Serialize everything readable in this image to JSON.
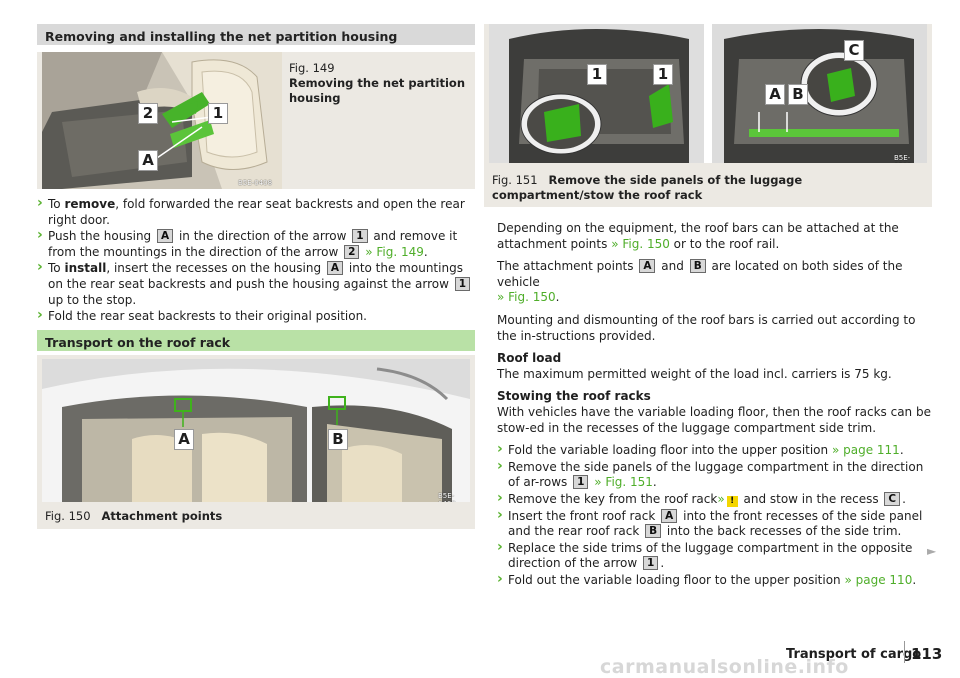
{
  "left": {
    "section1_title": "Removing and installing the net partition housing",
    "fig149": {
      "number": "Fig. 149",
      "title": "Removing the net partition housing",
      "code": "B5E-0408",
      "labels": [
        "2",
        "1",
        "A"
      ]
    },
    "steps1": {
      "s1_pre": "To ",
      "s1_bold": "remove",
      "s1_post": ", fold forwarded the rear seat backrests and open the rear right door.",
      "s2_a": "Push the housing ",
      "s2_keyA": "A",
      "s2_b": " in the direction of the arrow ",
      "s2_key1": "1",
      "s2_c": " and remove it from the mountings in the direction of the arrow ",
      "s2_key2": "2",
      "s2_ref": " » Fig. 149",
      "s2_d": ".",
      "s3_pre": "To ",
      "s3_bold": "install",
      "s3_a": ", insert the recesses on the housing ",
      "s3_keyA": "A",
      "s3_b": " into the mountings on the rear seat backrests and push the housing against the arrow ",
      "s3_key1": "1",
      "s3_c": " up to the stop.",
      "s4": "Fold the rear seat backrests to their original position."
    },
    "section2_title": "Transport on the roof rack",
    "fig150": {
      "number": "Fig. 150",
      "title": "Attachment points",
      "code": "B5E-0409",
      "labels": [
        "A",
        "B"
      ]
    }
  },
  "right": {
    "fig151": {
      "number": "Fig. 151",
      "title": "Remove the side panels of the luggage compartment/stow the roof rack",
      "code": "B5E-0522",
      "labels": [
        "1",
        "1",
        "C",
        "A",
        "B"
      ]
    },
    "p1_a": "Depending on the equipment, the roof bars can be attached at the attachment points ",
    "p1_ref": "» Fig. 150",
    "p1_b": " or to the roof rail.",
    "p2_a": "The attachment points ",
    "p2_keyA": "A",
    "p2_b": " and ",
    "p2_keyB": "B",
    "p2_c": " are located on both sides of the vehicle",
    "p2_ref": "» Fig. 150",
    "p2_d": ".",
    "p3": "Mounting and dismounting of the roof bars is carried out according to the in-structions provided.",
    "roof_load_title": "Roof load",
    "roof_load_text": "The maximum permitted weight of the load incl. carriers is 75 kg.",
    "stowing_title": "Stowing the roof racks",
    "stowing_text": "With vehicles have the variable loading floor, then the roof racks can be stow-ed in the recesses of the luggage compartment side trim.",
    "steps": {
      "s1_a": "Fold the variable loading floor into the upper position ",
      "s1_ref": "» page 111",
      "s1_b": ".",
      "s2_a": "Remove the side panels of the luggage compartment in the direction of ar-rows ",
      "s2_key": "1",
      "s2_ref": " » Fig. 151",
      "s2_b": ".",
      "s3_a": "Remove the key from the roof rack",
      "s3_ref": "»",
      "s3_warn": "!",
      "s3_b": " and stow in the recess ",
      "s3_key": "C",
      "s3_c": ".",
      "s4_a": "Insert the front roof rack ",
      "s4_key": "A",
      "s4_b": " into the front recesses of the side panel and the rear roof rack ",
      "s4_key2": "B",
      "s4_c": " into the back recesses of the side trim.",
      "s5_a": "Replace the side trims of the luggage compartment in the opposite direction of the arrow ",
      "s5_key": "1",
      "s5_b": ".",
      "s6_a": "Fold out the variable loading floor to the upper position ",
      "s6_ref": "» page 110",
      "s6_b": "."
    },
    "continue_mark": "►"
  },
  "footer": {
    "chapter": "Transport of cargo",
    "page": "113",
    "watermark": "carmanualsonline.info"
  }
}
